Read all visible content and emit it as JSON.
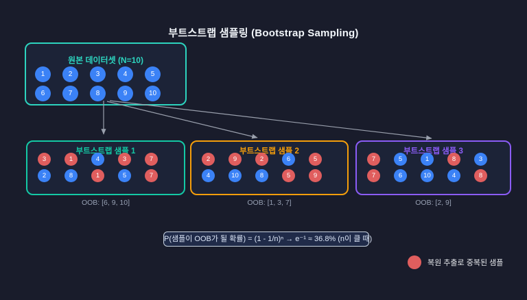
{
  "page": {
    "title": "부트스트랩 샘플링 (Bootstrap Sampling)"
  },
  "colors": {
    "background": "#191c2b",
    "box_fill": "#1c2337",
    "blue_circle": "#3b82f6",
    "red_circle": "#e05e5e",
    "arrow": "#9aa0ad",
    "teal": "#2dd4bf",
    "text_light": "#f1f5f9",
    "muted": "#97a0b3"
  },
  "original_dataset": {
    "title": "원본 데이터셋 (N=10)",
    "rows": [
      [
        1,
        2,
        3,
        4,
        5
      ],
      [
        6,
        7,
        8,
        9,
        10
      ]
    ]
  },
  "samples": [
    {
      "title": "부트스트랩 샘플 1",
      "accent": "#14c9a5",
      "rows": [
        [
          {
            "v": 3,
            "dup": true
          },
          {
            "v": 1,
            "dup": true
          },
          {
            "v": 4,
            "dup": false
          },
          {
            "v": 3,
            "dup": true
          },
          {
            "v": 7,
            "dup": true
          }
        ],
        [
          {
            "v": 2,
            "dup": false
          },
          {
            "v": 8,
            "dup": false
          },
          {
            "v": 1,
            "dup": true
          },
          {
            "v": 5,
            "dup": false
          },
          {
            "v": 7,
            "dup": true
          }
        ]
      ],
      "oob": "OOB: [6, 9, 10]"
    },
    {
      "title": "부트스트랩 샘플 2",
      "accent": "#f59e0b",
      "rows": [
        [
          {
            "v": 2,
            "dup": true
          },
          {
            "v": 9,
            "dup": true
          },
          {
            "v": 2,
            "dup": true
          },
          {
            "v": 6,
            "dup": false
          },
          {
            "v": 5,
            "dup": true
          }
        ],
        [
          {
            "v": 4,
            "dup": false
          },
          {
            "v": 10,
            "dup": false
          },
          {
            "v": 8,
            "dup": false
          },
          {
            "v": 5,
            "dup": true
          },
          {
            "v": 9,
            "dup": true
          }
        ]
      ],
      "oob": "OOB: [1, 3, 7]"
    },
    {
      "title": "부트스트랩 샘플 3",
      "accent": "#8b5cf6",
      "rows": [
        [
          {
            "v": 7,
            "dup": true
          },
          {
            "v": 5,
            "dup": false
          },
          {
            "v": 1,
            "dup": false
          },
          {
            "v": 8,
            "dup": true
          },
          {
            "v": 3,
            "dup": false
          }
        ],
        [
          {
            "v": 7,
            "dup": true
          },
          {
            "v": 6,
            "dup": false
          },
          {
            "v": 10,
            "dup": false
          },
          {
            "v": 4,
            "dup": false
          },
          {
            "v": 8,
            "dup": true
          }
        ]
      ],
      "oob": "OOB: [2, 9]"
    }
  ],
  "formula": {
    "text": "P(샘플이 OOB가 될 확률) = (1 - 1/n)ⁿ → e⁻¹ ≈ 36.8%  (n이 클 때)"
  },
  "legend": {
    "label": "복원 추출로 중복된 샘플"
  }
}
